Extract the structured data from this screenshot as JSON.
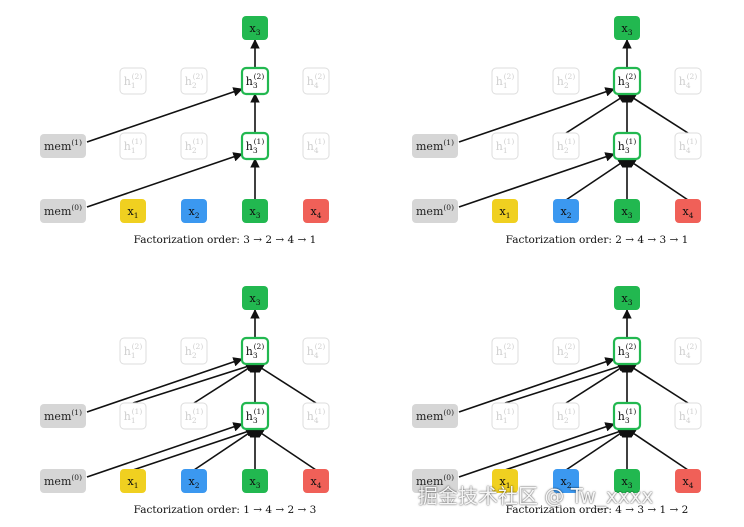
{
  "colors": {
    "green": "#22b850",
    "blue": "#3b98f0",
    "yellow": "#f0d020",
    "red": "#f06058",
    "mem": "#d6d6d6",
    "faded": "#dddddd",
    "arrow": "#111111"
  },
  "panels": [
    {
      "caption": "Factorization order: 3 → 2 → 4 → 1",
      "mem_top": "mem(1)",
      "l1_inputs": [
        "m0"
      ],
      "l2_inputs": [
        "m1",
        "h3_1"
      ]
    },
    {
      "caption": "Factorization order: 2 → 4 → 3 → 1",
      "mem_top": "mem(1)",
      "l1_inputs": [
        "m0",
        "x2",
        "x4"
      ],
      "l2_inputs": [
        "m1",
        "h2_1",
        "h3_1",
        "h4_1"
      ]
    },
    {
      "caption": "Factorization order: 1 → 4 → 2 → 3",
      "mem_top": "mem(1)",
      "l1_inputs": [
        "m0",
        "x1",
        "x2",
        "x4"
      ],
      "l2_inputs": [
        "m1",
        "h1_1",
        "h2_1",
        "h3_1",
        "h4_1"
      ]
    },
    {
      "caption": "Factorization order: 4 → 3 → 1 → 2",
      "mem_top": "mem(0)",
      "l1_inputs": [
        "m0",
        "x1",
        "x2",
        "x4"
      ],
      "l2_inputs": [
        "m1",
        "h1_1",
        "h2_1",
        "h3_1",
        "h4_1"
      ]
    }
  ],
  "watermark": "掘金技术社区 @ Tw_xxxx"
}
